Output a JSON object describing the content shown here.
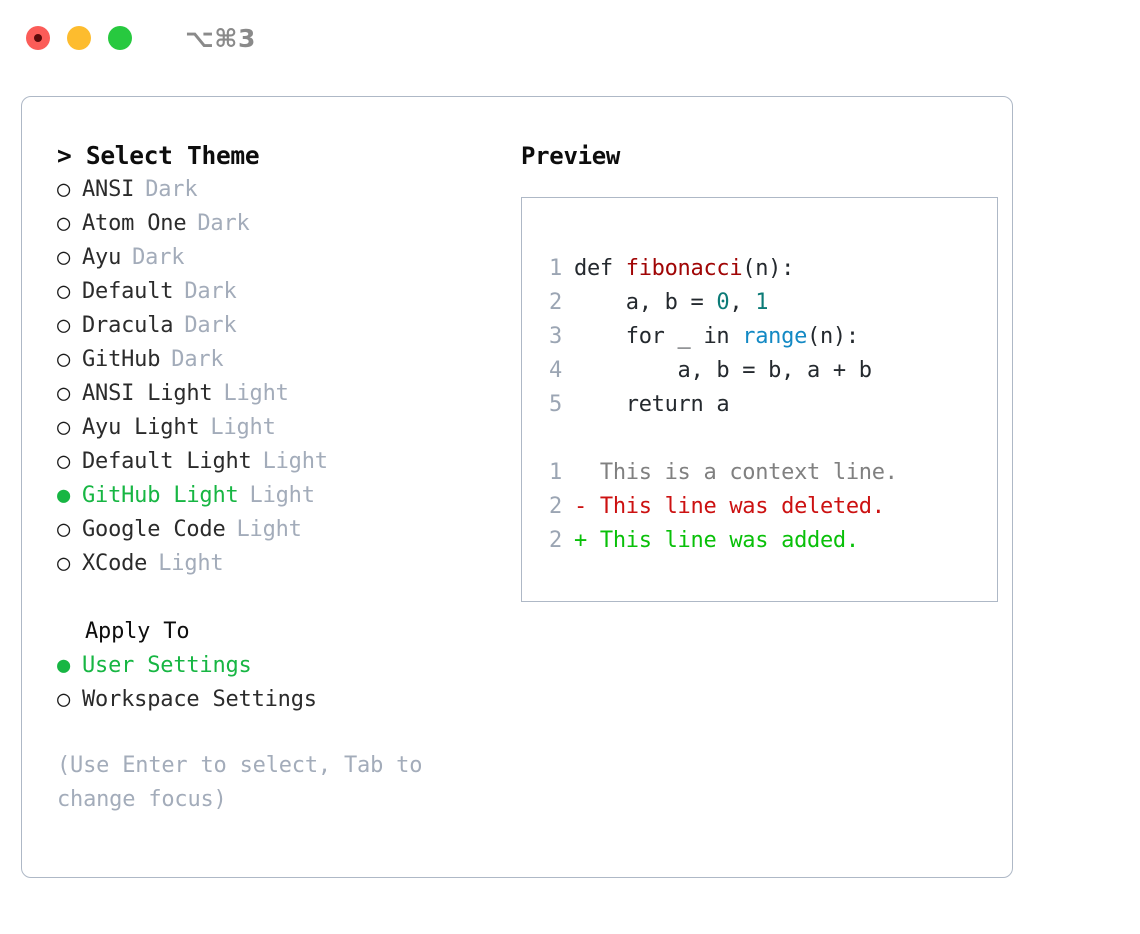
{
  "window": {
    "title": "⌥⌘3",
    "traffic_lights": [
      "close",
      "minimize",
      "maximize"
    ]
  },
  "left": {
    "heading": "> Select Theme",
    "themes": [
      {
        "bullet": "○",
        "name": "ANSI",
        "tag": "Dark",
        "selected": false
      },
      {
        "bullet": "○",
        "name": "Atom One",
        "tag": "Dark",
        "selected": false
      },
      {
        "bullet": "○",
        "name": "Ayu",
        "tag": "Dark",
        "selected": false
      },
      {
        "bullet": "○",
        "name": "Default",
        "tag": "Dark",
        "selected": false
      },
      {
        "bullet": "○",
        "name": "Dracula",
        "tag": "Dark",
        "selected": false
      },
      {
        "bullet": "○",
        "name": "GitHub",
        "tag": "Dark",
        "selected": false
      },
      {
        "bullet": "○",
        "name": "ANSI Light",
        "tag": "Light",
        "selected": false
      },
      {
        "bullet": "○",
        "name": "Ayu Light",
        "tag": "Light",
        "selected": false
      },
      {
        "bullet": "○",
        "name": "Default Light",
        "tag": "Light",
        "selected": false
      },
      {
        "bullet": "●",
        "name": "GitHub Light",
        "tag": "Light",
        "selected": true
      },
      {
        "bullet": "○",
        "name": "Google Code",
        "tag": "Light",
        "selected": false
      },
      {
        "bullet": "○",
        "name": "XCode",
        "tag": "Light",
        "selected": false
      }
    ],
    "apply_to_heading": "Apply To",
    "apply_to": [
      {
        "bullet": "●",
        "name": "User Settings",
        "selected": true
      },
      {
        "bullet": "○",
        "name": "Workspace Settings",
        "selected": false
      }
    ],
    "hint": "(Use Enter to select, Tab to change focus)"
  },
  "right": {
    "heading": "Preview",
    "code": [
      {
        "ln": "1",
        "parts": [
          {
            "t": "def ",
            "c": "plain"
          },
          {
            "t": "fibonacci",
            "c": "fn"
          },
          {
            "t": "(n):",
            "c": "plain"
          }
        ]
      },
      {
        "ln": "2",
        "parts": [
          {
            "t": "    a, b = ",
            "c": "plain"
          },
          {
            "t": "0",
            "c": "num"
          },
          {
            "t": ", ",
            "c": "plain"
          },
          {
            "t": "1",
            "c": "num"
          }
        ]
      },
      {
        "ln": "3",
        "parts": [
          {
            "t": "    for _ in ",
            "c": "plain"
          },
          {
            "t": "range",
            "c": "bi"
          },
          {
            "t": "(n):",
            "c": "plain"
          }
        ]
      },
      {
        "ln": "4",
        "parts": [
          {
            "t": "        a, b = b, a + b",
            "c": "plain"
          }
        ]
      },
      {
        "ln": "5",
        "parts": [
          {
            "t": "    return a",
            "c": "plain"
          }
        ]
      }
    ],
    "diff": [
      {
        "ln": "1",
        "marker": "  ",
        "text": "This is a context line.",
        "kind": "ctx"
      },
      {
        "ln": "2",
        "marker": "- ",
        "text": "This line was deleted.",
        "kind": "del"
      },
      {
        "ln": "2",
        "marker": "+ ",
        "text": "This line was added.",
        "kind": "add"
      }
    ]
  },
  "colors": {
    "accent_green": "#17B643",
    "muted": "#A3ACBA",
    "border": "#AEB8C6",
    "syntax_function": "#A00505",
    "syntax_number": "#0C7B77",
    "syntax_builtin": "#1389C4",
    "diff_context": "#808080",
    "diff_deleted": "#CC1111",
    "diff_added": "#09C009",
    "traffic_red": "#FB5C58",
    "traffic_yellow": "#FDBC2E",
    "traffic_green": "#27C93F"
  }
}
